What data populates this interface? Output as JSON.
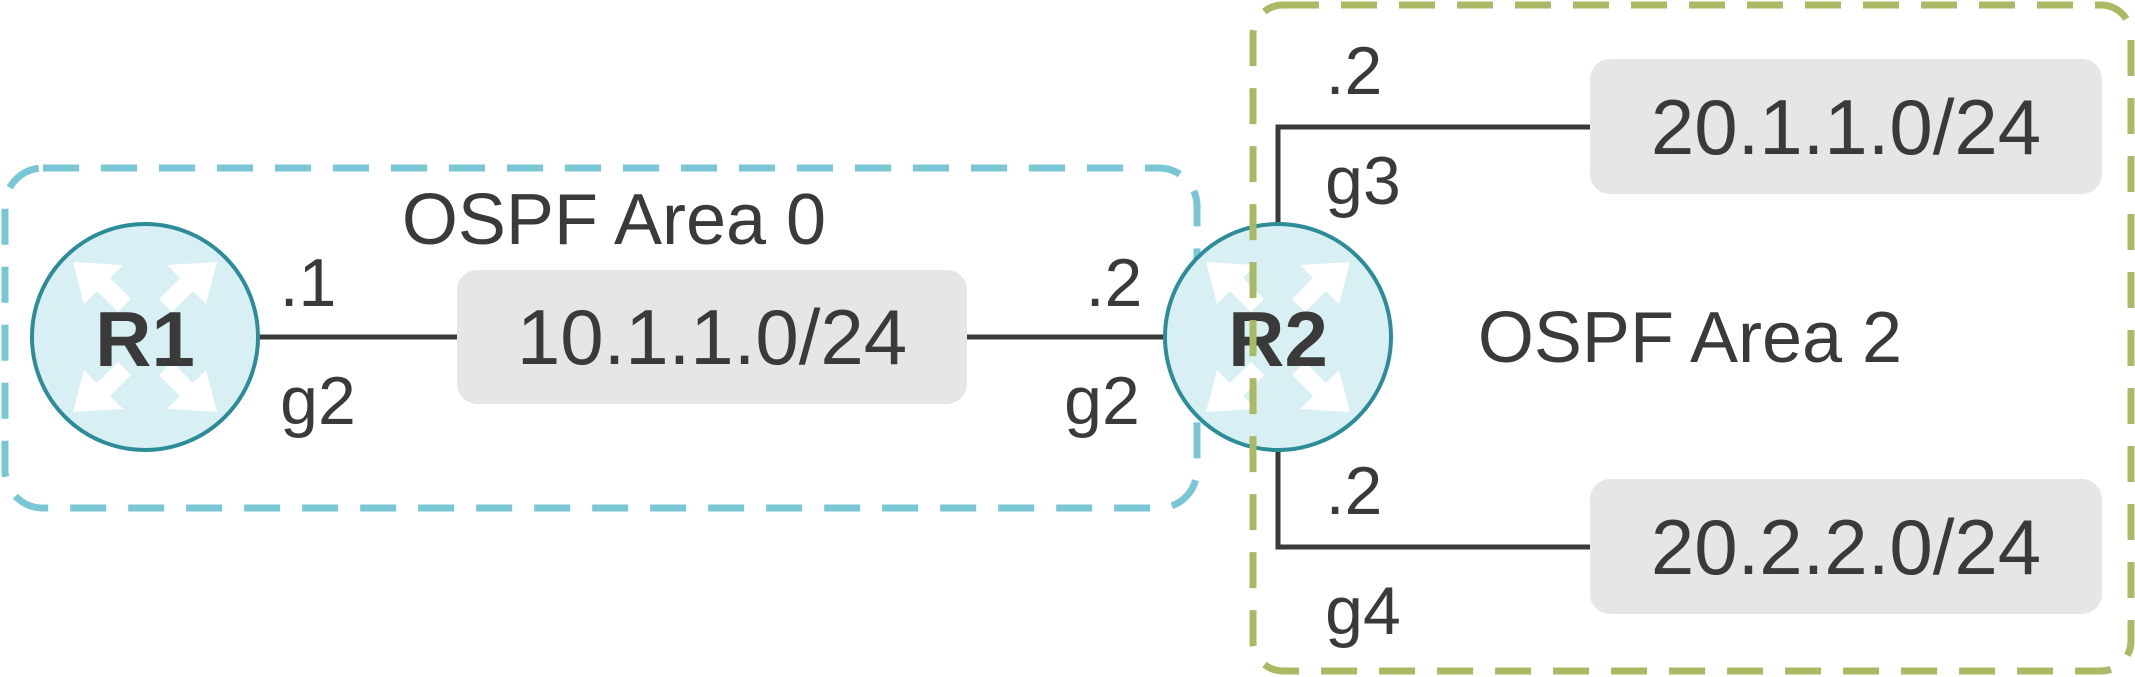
{
  "colors": {
    "area0": "#79c7d4",
    "area0_text": "#4bb5c8",
    "area2": "#a9b964",
    "area2_text": "#8a9e2c",
    "router_fill": "#d8eff4",
    "router_stroke": "#2d8c9a",
    "network_fill": "#e6e6e6",
    "line": "#3a3a3a",
    "text": "#3a3a3a"
  },
  "areas": {
    "area0": {
      "label": "OSPF Area 0"
    },
    "area2": {
      "label": "OSPF Area 2"
    }
  },
  "routers": {
    "r1": {
      "name": "R1",
      "icon": "router-icon"
    },
    "r2": {
      "name": "R2",
      "icon": "router-icon"
    }
  },
  "networks": {
    "net_10": {
      "label": "10.1.1.0/24"
    },
    "net_20_1": {
      "label": "20.1.1.0/24"
    },
    "net_20_2": {
      "label": "20.2.2.0/24"
    }
  },
  "interfaces": {
    "r1_g2": {
      "name": "g2",
      "ip": ".1"
    },
    "r2_g2": {
      "name": "g2",
      "ip": ".2"
    },
    "r2_g3": {
      "name": "g3",
      "ip": ".2"
    },
    "r2_g4": {
      "name": "g4",
      "ip": ".2"
    }
  }
}
